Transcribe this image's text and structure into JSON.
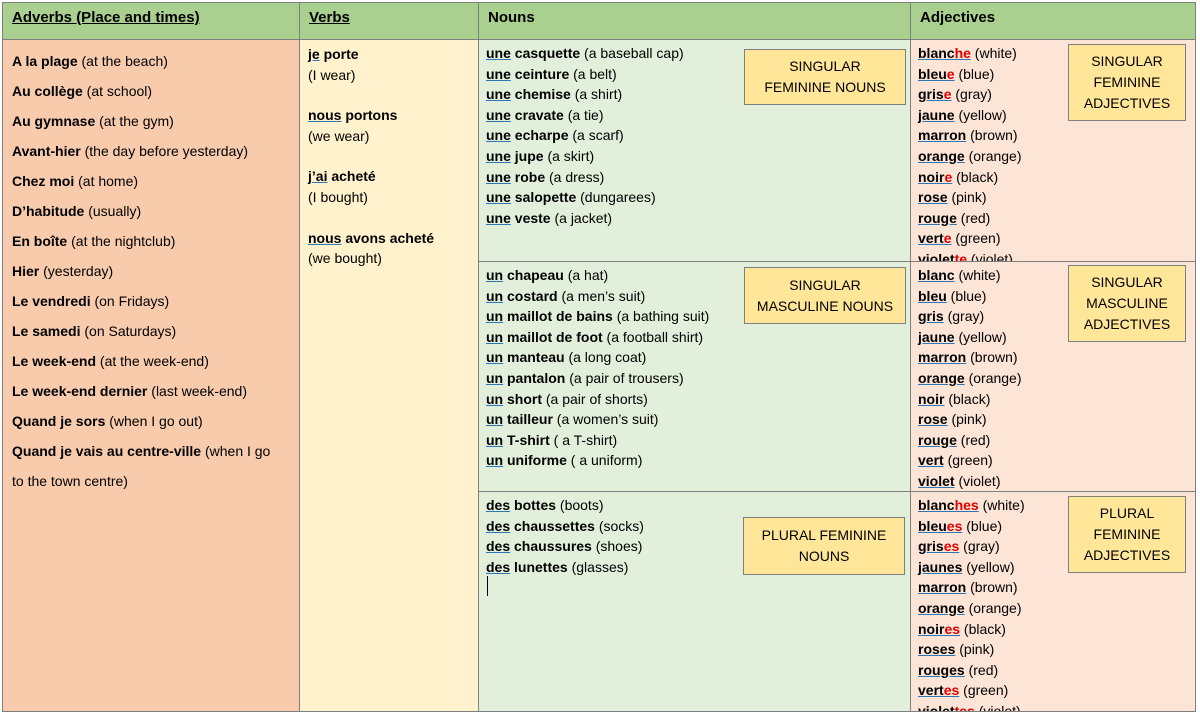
{
  "headers": {
    "adverbs": "Adverbs (Place and times)",
    "verbs": "Verbs",
    "nouns": "Nouns",
    "adjectives": "Adjectives"
  },
  "adverbs": [
    {
      "fr": "A la plage",
      "en": " (at the beach)"
    },
    {
      "fr": "Au collège",
      "en": " (at school)"
    },
    {
      "fr": "Au gymnase",
      "en": " (at the gym)"
    },
    {
      "fr": "Avant-hier",
      "en": " (the day before yesterday)"
    },
    {
      "fr": "Chez moi",
      "en": " (at home)"
    },
    {
      "fr": "D’habitude",
      "en": " (usually)"
    },
    {
      "fr": "En boîte",
      "en": " (at the nightclub)"
    },
    {
      "fr": "Hier",
      "en": " (yesterday)"
    },
    {
      "fr": "Le vendredi",
      "en": " (on Fridays)"
    },
    {
      "fr": "Le samedi",
      "en": " (on Saturdays)"
    },
    {
      "fr": "Le week-end",
      "en": " (at the week-end)"
    },
    {
      "fr": "Le week-end dernier",
      "en": " (last week-end)"
    },
    {
      "fr": "Quand je sors",
      "en": " (when I go out)"
    },
    {
      "fr": "Quand je vais au centre-ville",
      "en": " (when I go"
    },
    {
      "fr": "",
      "en": "to the town centre)"
    }
  ],
  "verbs": [
    {
      "fr_a": "je",
      "fr_b": " porte",
      "en": "(I wear)"
    },
    {
      "fr_a": "nous",
      "fr_b": " portons",
      "en": "(we wear)"
    },
    {
      "fr_a": "j’ai",
      "fr_b": " acheté",
      "en": "(I bought)"
    },
    {
      "fr_a": "nous",
      "fr_b": " avons acheté",
      "en": "(we bought)"
    }
  ],
  "noun_groups": [
    {
      "label": [
        "SINGULAR",
        "FEMININE NOUNS"
      ],
      "items": [
        {
          "art": "une",
          "word": " casquette",
          "en": " (a baseball cap)"
        },
        {
          "art": "une",
          "word": " ceinture",
          "en": " (a belt)"
        },
        {
          "art": "une",
          "word": " chemise",
          "en": " (a shirt)"
        },
        {
          "art": "une",
          "word": " cravate",
          "en": " (a tie)"
        },
        {
          "art": "une",
          "word": " echarpe",
          "en": " (a scarf)"
        },
        {
          "art": "une",
          "word": " jupe",
          "en": " (a skirt)"
        },
        {
          "art": "une",
          "word": " robe",
          "en": " (a dress)"
        },
        {
          "art": "une",
          "word": " salopette",
          "en": " (dungarees)"
        },
        {
          "art": "une",
          "word": " veste",
          "en": " (a jacket)"
        }
      ]
    },
    {
      "label": [
        "SINGULAR",
        "MASCULINE NOUNS"
      ],
      "items": [
        {
          "art": "un",
          "word": " chapeau",
          "en": " (a hat)"
        },
        {
          "art": "un",
          "word": " costard",
          "en": " (a men’s suit)"
        },
        {
          "art": "un",
          "word": " maillot de bains",
          "en": " (a bathing suit)"
        },
        {
          "art": "un",
          "word": " maillot de foot",
          "en": " (a football shirt)"
        },
        {
          "art": "un",
          "word": " manteau",
          "en": " (a long coat)"
        },
        {
          "art": "un",
          "word": " pantalon",
          "en": " (a pair of trousers)"
        },
        {
          "art": "un",
          "word": " short",
          "en": " (a pair of shorts)"
        },
        {
          "art": "un",
          "word": " tailleur",
          "en": " (a women’s suit)"
        },
        {
          "art": "un",
          "word": " T-shirt",
          "en": " ( a T-shirt)"
        },
        {
          "art": "un",
          "word": " uniforme",
          "en": " ( a uniform)"
        }
      ]
    },
    {
      "label": [
        "PLURAL FEMININE",
        "NOUNS"
      ],
      "items": [
        {
          "art": "des",
          "word": " bottes",
          "en": " (boots)"
        },
        {
          "art": "des",
          "word": " chaussettes",
          "en": " (socks)"
        },
        {
          "art": "des",
          "word": " chaussures",
          "en": " (shoes)"
        },
        {
          "art": "des",
          "word": " lunettes",
          "en": " (glasses)"
        }
      ]
    }
  ],
  "adj_groups": [
    {
      "label": [
        "SINGULAR",
        "FEMININE",
        "ADJECTIVES"
      ],
      "items": [
        {
          "stem": "blanc",
          "ending": "he",
          "en": " (white)"
        },
        {
          "stem": "bleu",
          "ending": "e",
          "en": " (blue)"
        },
        {
          "stem": "gris",
          "ending": "e",
          "en": " (gray)"
        },
        {
          "stem": "jaune",
          "ending": "",
          "en": " (yellow)"
        },
        {
          "stem": "marron",
          "ending": "",
          "en": " (brown)"
        },
        {
          "stem": "orange",
          "ending": "",
          "en": " (orange)"
        },
        {
          "stem": "noir",
          "ending": "e",
          "en": " (black)"
        },
        {
          "stem": "rose",
          "ending": "",
          "en": " (pink)"
        },
        {
          "stem": "rouge",
          "ending": "",
          "en": " (red)"
        },
        {
          "stem": "vert",
          "ending": "e",
          "en": " (green)"
        },
        {
          "stem": "violet",
          "ending": "te",
          "en": "  (violet)"
        }
      ]
    },
    {
      "label": [
        "SINGULAR",
        "MASCULINE",
        "ADJECTIVES"
      ],
      "items": [
        {
          "stem": "blanc",
          "ending": "",
          "en": " (white)"
        },
        {
          "stem": "bleu",
          "ending": "",
          "en": " (blue)"
        },
        {
          "stem": "gris",
          "ending": "",
          "en": " (gray)"
        },
        {
          "stem": "jaune",
          "ending": "",
          "en": " (yellow)"
        },
        {
          "stem": "marron",
          "ending": "",
          "en": " (brown)"
        },
        {
          "stem": "orange",
          "ending": "",
          "en": " (orange)"
        },
        {
          "stem": "noir",
          "ending": "",
          "en": " (black)"
        },
        {
          "stem": "rose",
          "ending": "",
          "en": " (pink)"
        },
        {
          "stem": "rouge",
          "ending": "",
          "en": " (red)"
        },
        {
          "stem": "vert",
          "ending": "",
          "en": " (green)"
        },
        {
          "stem": "violet",
          "ending": "",
          "en": "  (violet)"
        }
      ]
    },
    {
      "label": [
        "PLURAL",
        "FEMININE",
        "ADJECTIVES"
      ],
      "items": [
        {
          "stem": "blanc",
          "ending": "hes",
          "en": " (white)"
        },
        {
          "stem": "bleu",
          "ending": "es",
          "en": " (blue)"
        },
        {
          "stem": "gris",
          "ending": "es",
          "en": " (gray)"
        },
        {
          "stem": "jaunes",
          "ending": "",
          "en": " (yellow)"
        },
        {
          "stem": "marron",
          "ending": "",
          "en": " (brown)"
        },
        {
          "stem": "orange",
          "ending": "",
          "en": " (orange)"
        },
        {
          "stem": "noir",
          "ending": "es",
          "en": " (black)"
        },
        {
          "stem": "roses",
          "ending": "",
          "en": " (pink)"
        },
        {
          "stem": "rouges",
          "ending": "",
          "en": " (red)"
        },
        {
          "stem": "vert",
          "ending": "es",
          "en": " (green)"
        },
        {
          "stem": "violet",
          "ending": "tes",
          "en": "  (violet)"
        }
      ]
    }
  ],
  "colors": {
    "header": "#a9d08e",
    "adverbs_bg": "#f8cbad",
    "verbs_bg": "#fff2cc",
    "nouns_bg": "#e2efda",
    "adjectives_bg": "#fce4d6",
    "label_box": "#ffe699",
    "ending_red": "#e00000"
  }
}
